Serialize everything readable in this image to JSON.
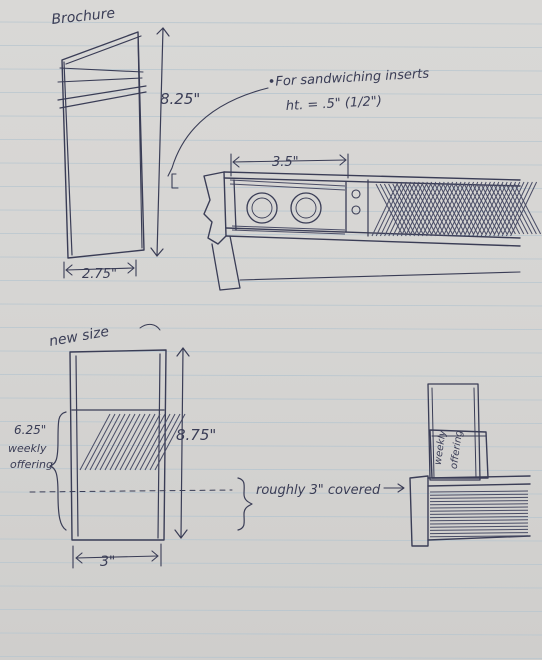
{
  "labels": {
    "brochure_title": "Brochure",
    "brochure_height": "8.25\"",
    "brochure_width": "2.75\"",
    "note_line1": "•For sandwiching inserts",
    "note_line2": "ht. = .5\" (1/2\")",
    "rack_width": "3.5\"",
    "new_size_title": "new size",
    "new_height": "8.75\"",
    "new_width": "3\"",
    "visible_height": "6.25\"",
    "visible_caption_1": "weekly",
    "visible_caption_2": "offering",
    "covered_note": "roughly 3\" covered",
    "insert_text_1": "weekly",
    "insert_text_2": "offering"
  }
}
